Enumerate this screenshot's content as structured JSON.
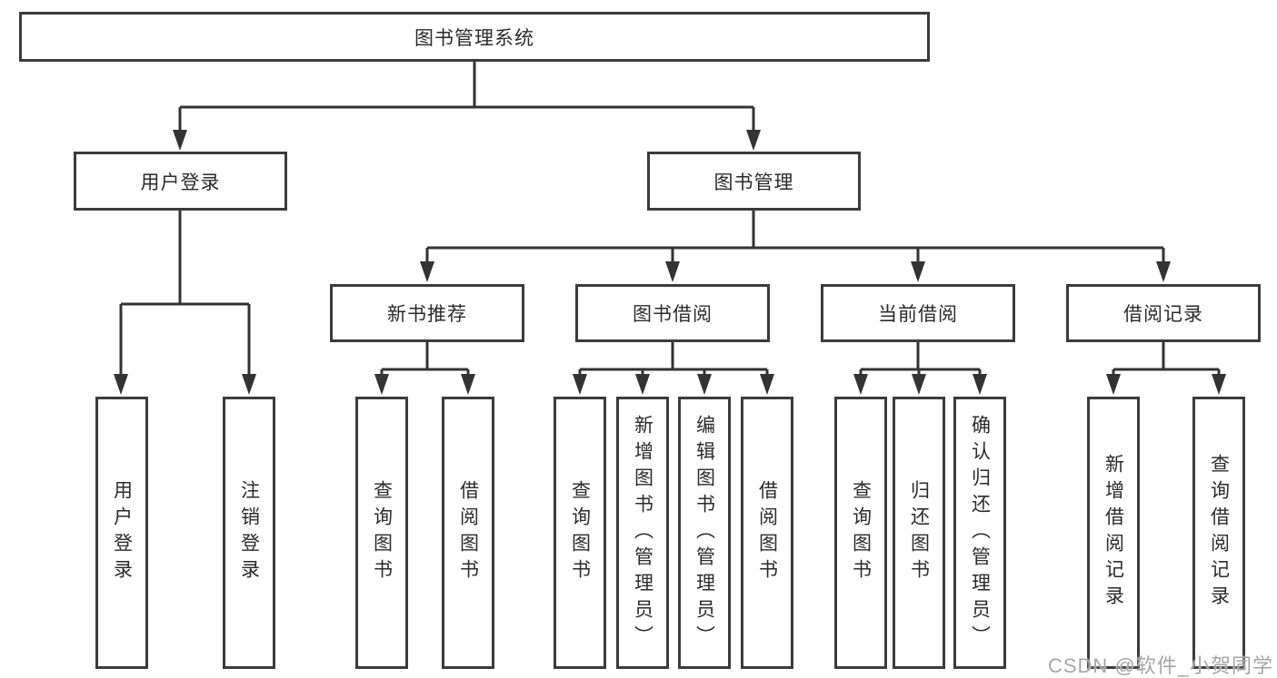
{
  "diagram": {
    "type": "hierarchy-org-chart",
    "colors": {
      "background": "#ffffff",
      "box_border": "#3b3b3b",
      "connector_line": "#333333",
      "text": "#2b2b2b",
      "watermark_text": "#a6a6a6"
    },
    "nodes": {
      "root": {
        "label": "图书管理系统"
      },
      "user_login": {
        "label": "用户登录",
        "children": [
          {
            "label": "用户登录"
          },
          {
            "label": "注销登录"
          }
        ]
      },
      "book_management": {
        "label": "图书管理",
        "children": [
          {
            "label": "新书推荐",
            "children": [
              {
                "label": "查询图书"
              },
              {
                "label": "借阅图书"
              }
            ]
          },
          {
            "label": "图书借阅",
            "children": [
              {
                "label": "查询图书"
              },
              {
                "label": "新增图书（管理员）"
              },
              {
                "label": "编辑图书（管理员）"
              },
              {
                "label": "借阅图书"
              }
            ]
          },
          {
            "label": "当前借阅",
            "children": [
              {
                "label": "查询图书"
              },
              {
                "label": "归还图书"
              },
              {
                "label": "确认归还（管理员）"
              }
            ]
          },
          {
            "label": "借阅记录",
            "children": [
              {
                "label": "新增借阅记录"
              },
              {
                "label": "查询借阅记录"
              }
            ]
          }
        ]
      }
    },
    "watermark": {
      "text": "CSDN @软件_小贺同学"
    }
  }
}
